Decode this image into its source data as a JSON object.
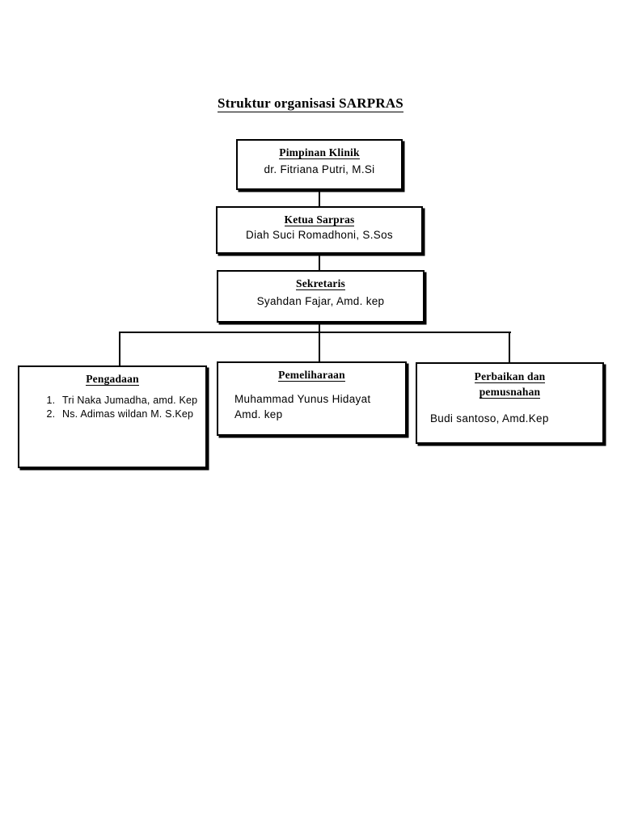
{
  "chart_title": "Struktur organisasi SARPRAS",
  "nodes": {
    "pimpinan": {
      "title": "Pimpinan Klinik",
      "person": "dr. Fitriana Putri, M.Si"
    },
    "ketua": {
      "title": "Ketua Sarpras",
      "person": "Diah Suci Romadhoni, S.Sos"
    },
    "sekretaris": {
      "title": "Sekretaris",
      "person": "Syahdan Fajar, Amd. kep"
    },
    "pengadaan": {
      "title": "Pengadaan ",
      "members": [
        "Tri Naka Jumadha, amd. Kep",
        "Ns. Adimas wildan M. S.Kep"
      ]
    },
    "pemeliharaan": {
      "title": "Pemeliharaan",
      "person": "Muhammad Yunus Hidayat Amd. kep"
    },
    "perbaikan": {
      "title_line1": "Perbaikan dan",
      "title_line2": "pemusnahan",
      "person": "Budi santoso, Amd.Kep"
    }
  },
  "colors": {
    "background": "#ffffff",
    "line": "#000000",
    "text": "#000000"
  }
}
